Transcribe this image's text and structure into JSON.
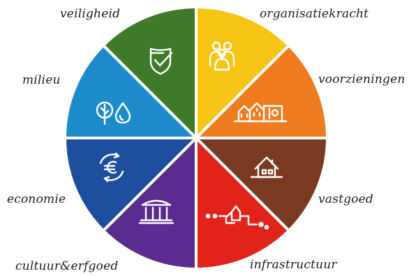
{
  "diagram": {
    "segments": [
      {
        "key": "organisatiekracht",
        "label": "organisatiekracht",
        "color": "#F7C515",
        "icon": "people-icon"
      },
      {
        "key": "voorzieningen",
        "label": "voorzieningen",
        "color": "#EF7D1F",
        "icon": "buildings-icon"
      },
      {
        "key": "vastgoed",
        "label": "vastgoed",
        "color": "#7A3A22",
        "icon": "house-icon"
      },
      {
        "key": "infrastructuur",
        "label": "infrastructuur",
        "color": "#E2231A",
        "icon": "network-icon"
      },
      {
        "key": "cultuur-erfgoed",
        "label": "cultuur&erfgoed",
        "color": "#5B2C8F",
        "icon": "monument-icon"
      },
      {
        "key": "economie",
        "label": "economie",
        "color": "#1D4F9E",
        "icon": "euro-cycle-icon"
      },
      {
        "key": "milieu",
        "label": "milieu",
        "color": "#1E8BCB",
        "icon": "tree-drop-icon"
      },
      {
        "key": "veiligheid",
        "label": "veiligheid",
        "color": "#3E7A2A",
        "icon": "shield-check-icon"
      }
    ]
  }
}
